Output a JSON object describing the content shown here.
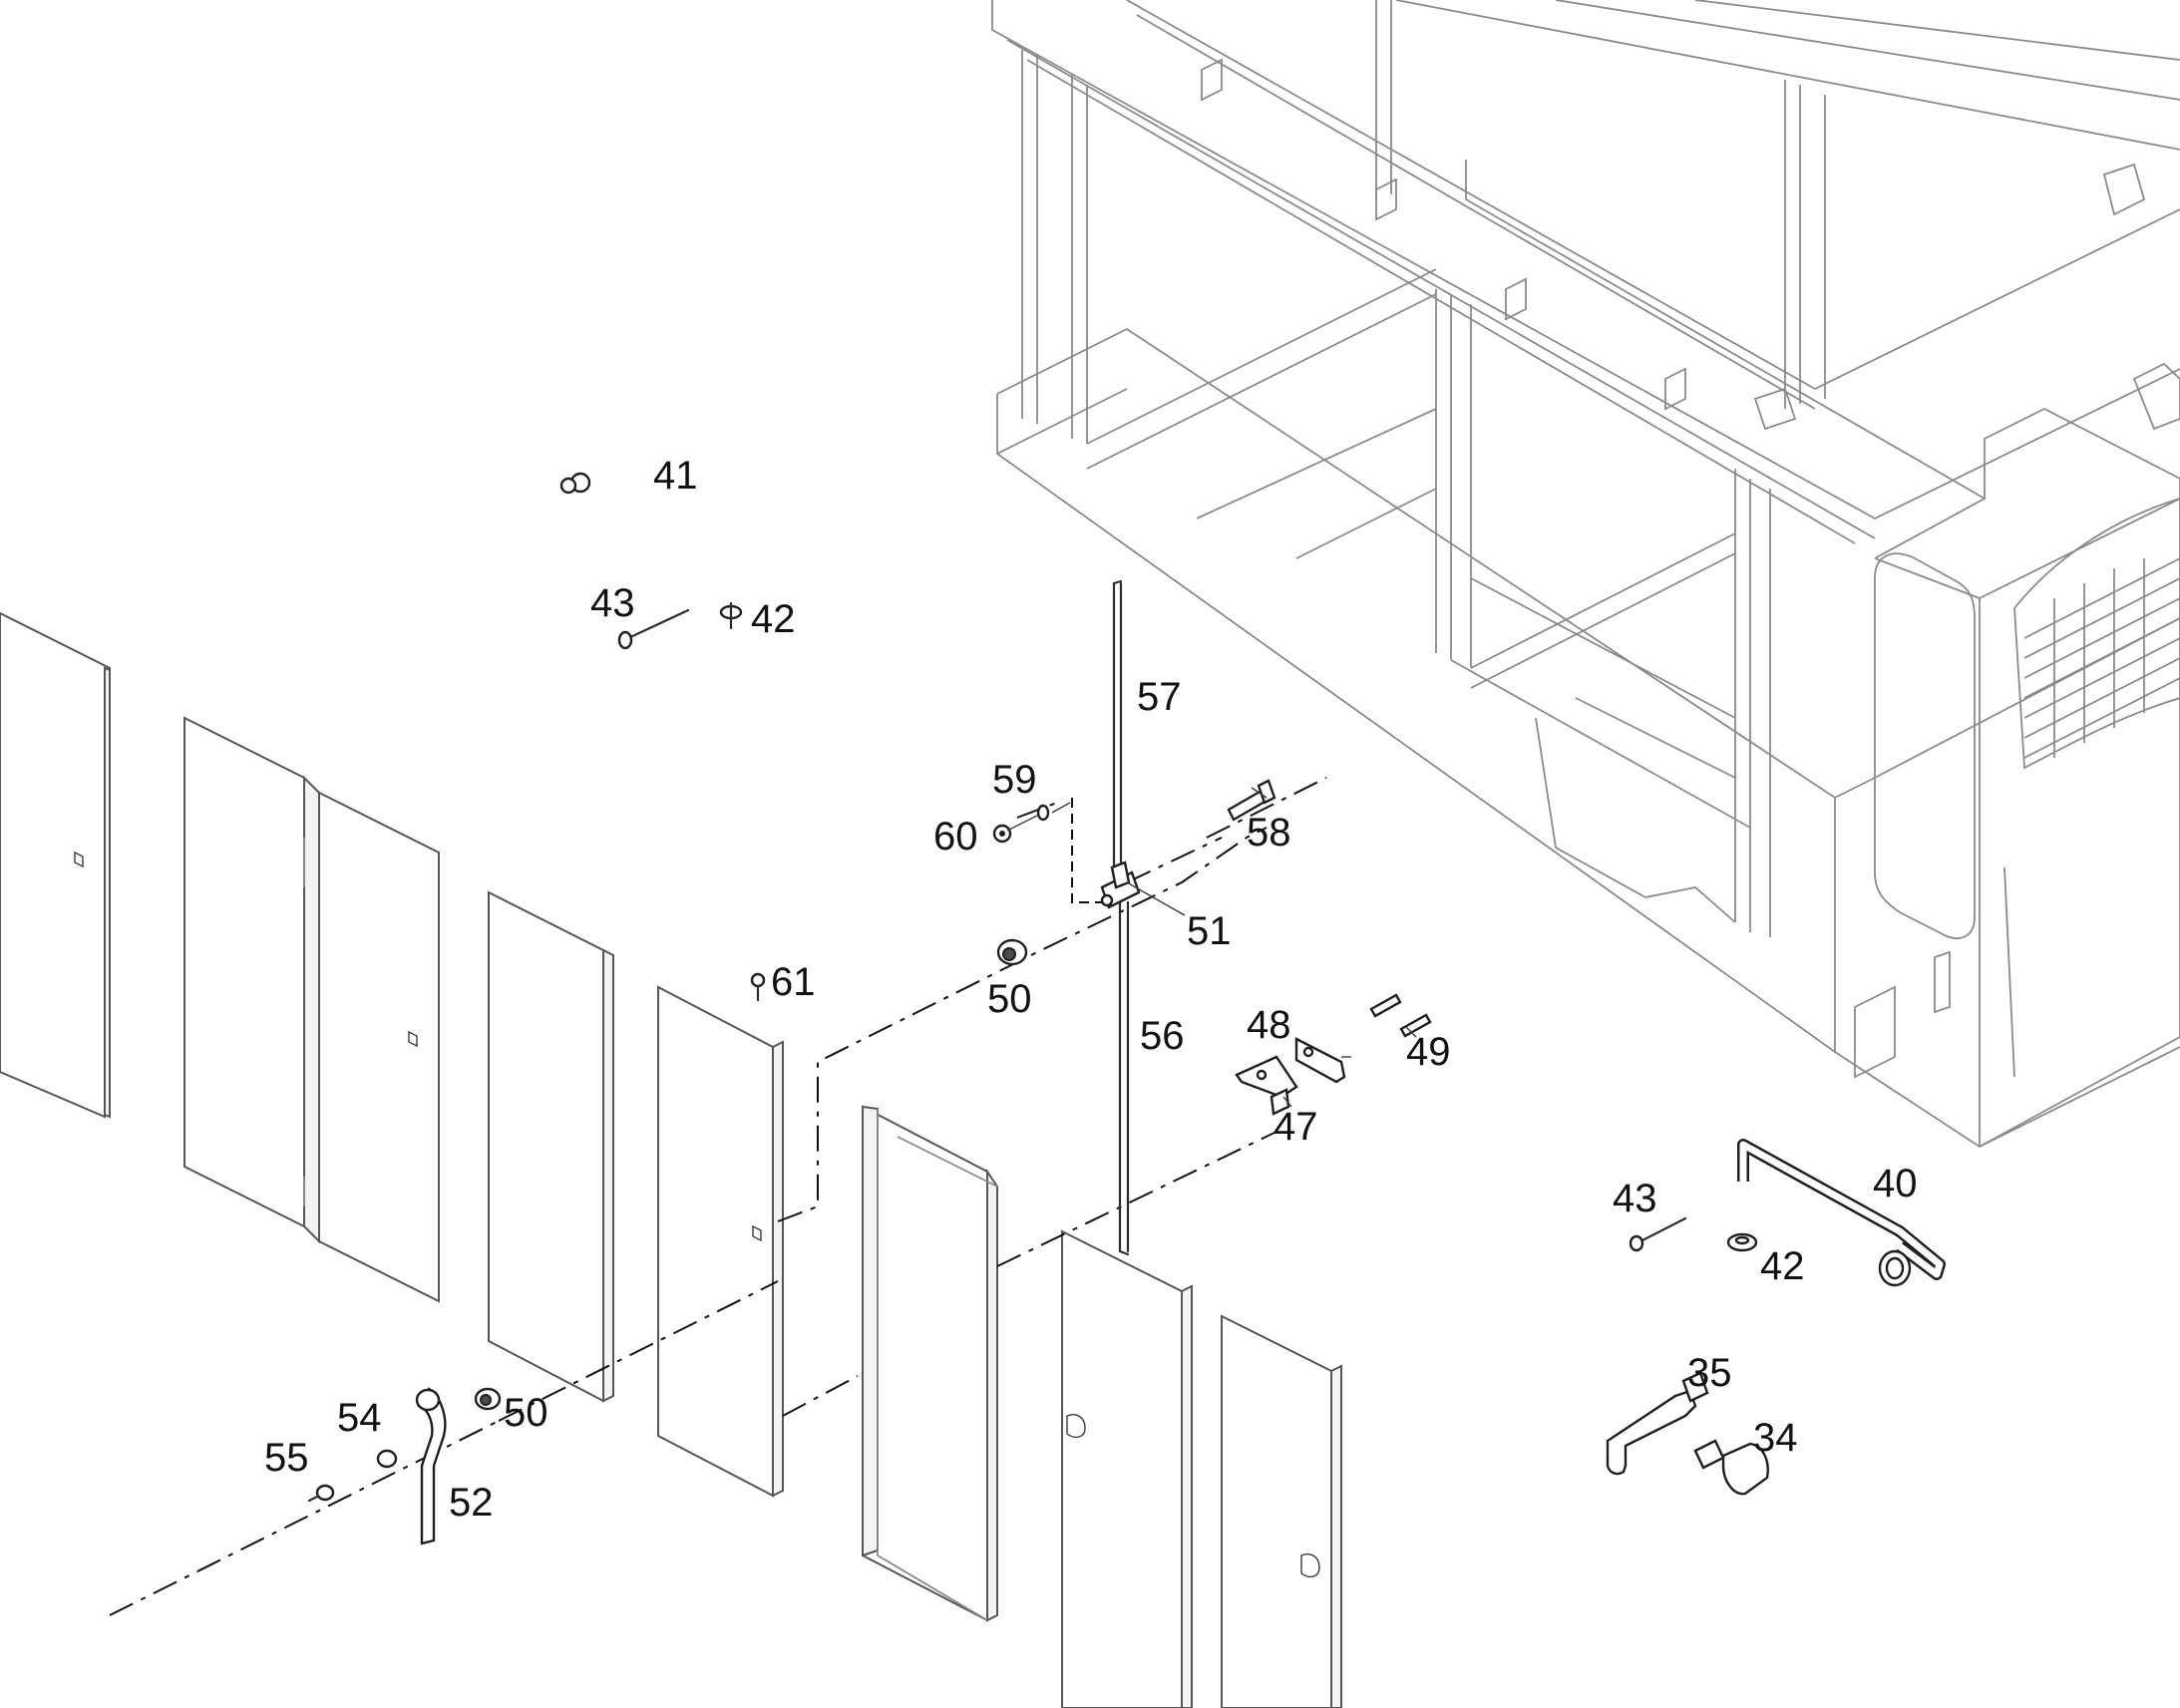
{
  "callouts": {
    "c34": "34",
    "c35": "35",
    "c40": "40",
    "c41": "41",
    "c42a": "42",
    "c42b": "42",
    "c43a": "43",
    "c43b": "43",
    "c47": "47",
    "c48": "48",
    "c49": "49",
    "c50a": "50",
    "c50b": "50",
    "c51": "51",
    "c52": "52",
    "c54": "54",
    "c55": "55",
    "c56": "56",
    "c57": "57",
    "c58": "58",
    "c59": "59",
    "c60": "60",
    "c61": "61"
  },
  "colors": {
    "line": "#2b2b2b",
    "frame": "#8a8a8a",
    "background": "#ffffff"
  }
}
